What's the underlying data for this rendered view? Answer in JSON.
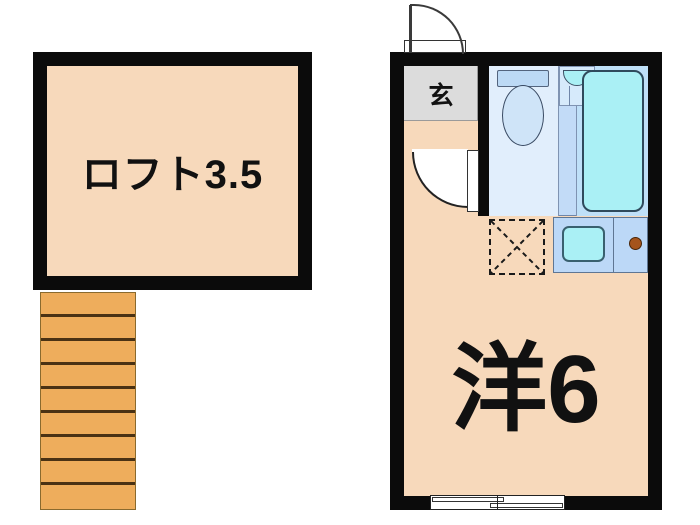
{
  "plan": {
    "title": "Apartment Floor Plan",
    "colors": {
      "wall": "#0b0b0b",
      "room_floor": "#f7d9bb",
      "stair_tread": "#eead5c",
      "stair_joint": "#4a3214",
      "genkan_tile": "#dcdcdc",
      "bath_fill": "#c2dbf7",
      "toilet_fill": "#e1eefc",
      "tub_fill": "#aaf0f5",
      "kitchen_fill": "#bcd8f7",
      "burner": "#a5541c",
      "background": "#ffffff"
    }
  },
  "loft": {
    "label": "ロフト3.5",
    "room_type": "loft",
    "size_jo": "3.5"
  },
  "stairs": {
    "name": "staircase",
    "step_count": 9,
    "direction": "up-to-loft"
  },
  "unit": {
    "name": "main-unit"
  },
  "entrance": {
    "label": "玄",
    "meaning": "genkan-entrance",
    "door": "entry-swing-door"
  },
  "interior_door": {
    "name": "room-door",
    "type": "swing-door"
  },
  "main_room": {
    "label": "洋6",
    "room_type": "western-style-room",
    "size_jo": "6"
  },
  "bathroom": {
    "name": "unit-bath",
    "fixtures": [
      {
        "name": "toilet",
        "icon": "toilet-icon"
      },
      {
        "name": "wash-basin",
        "icon": "basin-icon"
      },
      {
        "name": "bathtub",
        "icon": "bathtub-icon"
      }
    ]
  },
  "kitchen": {
    "name": "kitchen-counter",
    "fixtures": [
      {
        "name": "sink",
        "icon": "sink-icon"
      },
      {
        "name": "stove-burner",
        "icon": "burner-icon"
      }
    ]
  },
  "washer_space": {
    "name": "washing-machine-space",
    "marking": "dashed-cross"
  },
  "window": {
    "name": "sliding-window",
    "type": "sliding-glass-door"
  }
}
